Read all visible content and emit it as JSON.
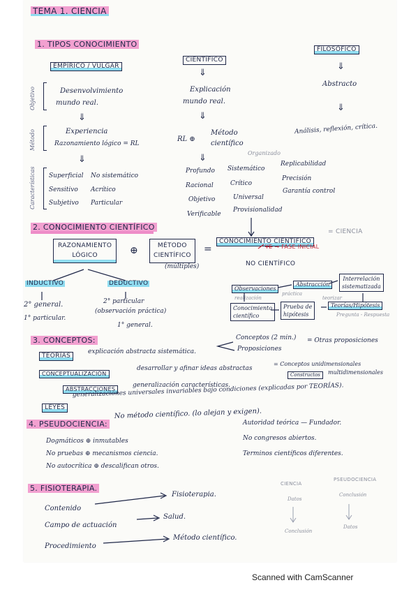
{
  "title": "TEMA 1. CIENCIA",
  "s1": {
    "heading": "1. TIPOS CONOCIMIENTO",
    "col1": {
      "head": "EMPÍRICO / VULGAR",
      "a": "Desenvolvimiento",
      "b": "mundo real.",
      "c": "Experiencia",
      "d": "Razonamiento lógico = RL",
      "e": "Superficial",
      "f": "No sistemático",
      "g": "Sensitivo",
      "h": "Acrítico",
      "i": "Subjetivo",
      "j": "Particular"
    },
    "col2": {
      "head": "CIENTÍFICO",
      "a": "Explicación",
      "b": "mundo real.",
      "c": "RL ⊕",
      "d": "Método",
      "e": "científico",
      "f": "Organizado",
      "g": "Profundo",
      "h": "Sistemático",
      "i": "Replicabilidad",
      "j": "Racional",
      "k": "Crítico",
      "l": "Precisión",
      "m": "Objetivo",
      "n": "Universal",
      "o": "Garantía control",
      "p": "Verificable",
      "q": "Provisionalidad"
    },
    "col3": {
      "head": "FILOSÓFICO",
      "a": "Abstracto",
      "b": "Análisis, reflexión, crítica."
    },
    "side1": "Objetivo",
    "side2": "Método",
    "side3": "Características"
  },
  "s2": {
    "heading": "2. CONOCIMIENTO CIENTÍFICO",
    "rl": "RAZONAMIENTO",
    "rl2": "LÓGICO",
    "plus": "⊕",
    "mc": "MÉTODO",
    "mc2": "CIENTÍFICO",
    "mult": "(múltiples)",
    "eq": "=",
    "cc": "CONOCIMIENTO CIENTÍFICO",
    "eqc": "= CIENCIA",
    "fase": "→ FASE INICIAL",
    "no": "NO CIENTÍFICO",
    "ind": "INDUCTIVO",
    "ded": "DEDUCTIVO",
    "ind1": "2° general.",
    "ind2": "1° particular.",
    "ded1": "2° particular",
    "ded2": "(observación práctica)",
    "ded3": "1° general.",
    "obs": "Observaciones",
    "abs": "Abstracción",
    "inter": "Interrelación",
    "inter2": "sistematizada",
    "conoc": "Conocimiento",
    "conoc2": "científico",
    "prueba": "Prueba de",
    "prueba2": "hipótesis",
    "teor": "Teorías/Hipótesis",
    "pregunta": "Pregunta - Respuesta",
    "teorizar": "teorizar",
    "pract": "práctica",
    "real": "realización"
  },
  "s3": {
    "heading": "3. CONCEPTOS:",
    "teorias": "TEORÍAS",
    "t1": "explicación abstracta sistemática.",
    "t2": "Conceptos (2 min.)",
    "t3": "Proposiciones",
    "t4": "= Otras proposiciones",
    "concep": "CONCEPTUALIZACIÓN",
    "c1": "desarrollar y afinar ideas abstractas",
    "c2": "= Conceptos unidimensionales",
    "constructo": "Constructos",
    "c3": "multidimensionales",
    "abstr": "ABSTRACCIONES",
    "a1": "generalización características.",
    "leyes": "LEYES",
    "l1": "generalizaciones universales invariables bajo condiciones (explicadas por TEORÍAS)."
  },
  "s4": {
    "heading": "4. PSEUDOCIENCIA:",
    "h2": "No método científico. (lo alejan y exigen).",
    "a": "Dogmáticos ⊕ inmutables",
    "b": "No pruebas ⊕ mecanismos ciencia.",
    "c": "No autocrítica ⊕ descalifican otros.",
    "d": "Autoridad teórica — Fundador.",
    "e": "No congresos abiertos.",
    "f": "Terminos científicos diferentes."
  },
  "s5": {
    "heading": "5. FISIOTERAPIA.",
    "a": "Contenido",
    "a2": "Fisioterapia.",
    "b": "Campo de actuación",
    "b2": "Salud.",
    "c": "Procedimiento",
    "c2": "Método científico.",
    "g1": "CIENCIA",
    "g2": "PSEUDOCIENCIA",
    "g3": "Datos",
    "g4": "Conclusión",
    "g5": "Conclusión",
    "g6": "Datos"
  },
  "footer": "Scanned with CamScanner"
}
